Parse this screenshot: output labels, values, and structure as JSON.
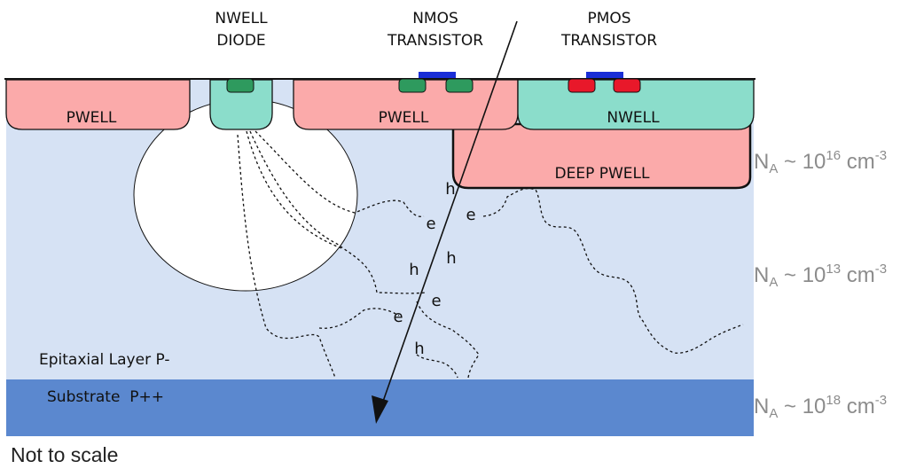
{
  "top_labels": {
    "nwell_diode": [
      "NWELL",
      "DIODE"
    ],
    "nmos": [
      "NMOS",
      "TRANSISTOR"
    ],
    "pmos": [
      "PMOS",
      "TRANSISTOR"
    ]
  },
  "regions": {
    "pwell_left": "PWELL",
    "pwell_mid": "PWELL",
    "nwell": "NWELL",
    "deep_pwell": "DEEP PWELL",
    "epitaxial": "Epitaxial Layer P-",
    "substrate": "Substrate  P++"
  },
  "doping": [
    {
      "prefix": "N",
      "sub": "A",
      "mid": " ~ 10",
      "exp": "16",
      "unit": " cm",
      "unit_exp": "-3"
    },
    {
      "prefix": "N",
      "sub": "A",
      "mid": " ~ 10",
      "exp": "13",
      "unit": " cm",
      "unit_exp": "-3"
    },
    {
      "prefix": "N",
      "sub": "A",
      "mid": " ~ 10",
      "exp": "18",
      "unit": " cm",
      "unit_exp": "-3"
    }
  ],
  "carriers": {
    "h1": "h",
    "e1": "e",
    "e2": "e",
    "h2": "h",
    "h3": "h",
    "e3": "e",
    "e4": "e",
    "h4": "h"
  },
  "footnote": "Not to scale",
  "colors": {
    "epitaxial": "#d6e2f4",
    "substrate": "#5b88cf",
    "pwell": "#fbaaaa",
    "nwell": "#8bddcb",
    "n_diffusion": "#2e9a5e",
    "p_diffusion": "#e8182a",
    "gate": "#1a2ed6",
    "na_text": "#8c8c8c"
  }
}
